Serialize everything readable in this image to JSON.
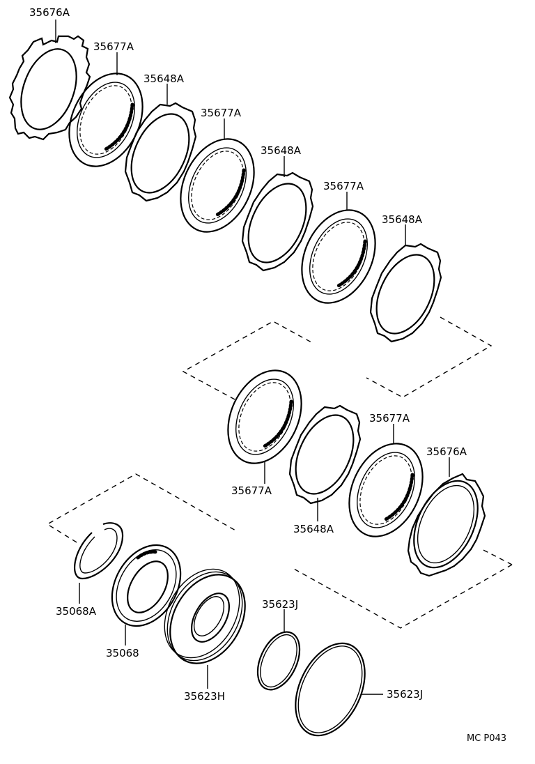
{
  "labels": {
    "p1": "35676A",
    "p2": "35677A",
    "p3": "35648A",
    "p4": "35677A",
    "p5": "35648A",
    "p6": "35677A",
    "p7": "35648A",
    "p8": "35677A",
    "p9": "35648A",
    "p10": "35677A",
    "p11": "35676A",
    "p12": "35068A",
    "p13": "35068",
    "p14": "35623H",
    "p15": "35623J",
    "p16": "35623J"
  },
  "drawing_code": "MC P043"
}
